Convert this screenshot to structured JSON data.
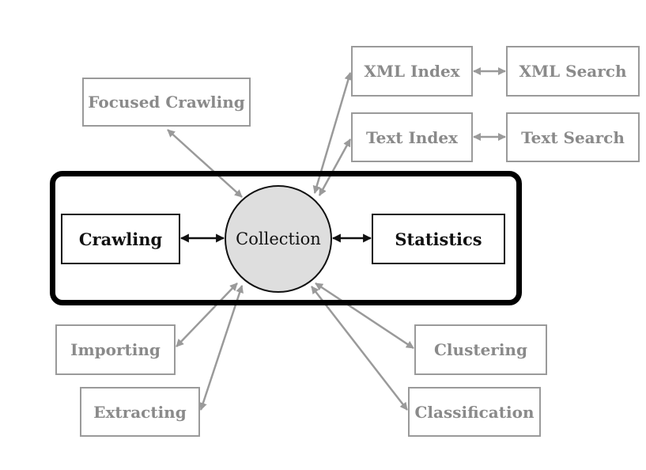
{
  "diagram": {
    "nodes": {
      "collection": "Collection",
      "crawling": "Crawling",
      "statistics": "Statistics",
      "focused_crawling": "Focused Crawling",
      "xml_index": "XML Index",
      "xml_search": "XML Search",
      "text_index": "Text Index",
      "text_search": "Text Search",
      "importing": "Importing",
      "extracting": "Extracting",
      "clustering": "Clustering",
      "classification": "Classification"
    },
    "colors": {
      "core_stroke": "#111111",
      "peripheral_stroke": "#9a9a9a",
      "peripheral_text": "#8a8a8a",
      "collection_fill": "#dedede"
    }
  }
}
